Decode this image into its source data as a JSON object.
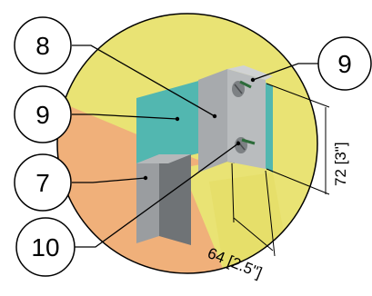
{
  "callouts": {
    "c8": "8",
    "c9_left": "9",
    "c7": "7",
    "c10": "10",
    "c9_right": "9"
  },
  "dimensions": {
    "vertical": "72 [3\"]",
    "horizontal": "64 [2.5\"]"
  },
  "colors": {
    "background_circle": "#e9e374",
    "background_orange": "#f0b07a",
    "insulation_teal": "#52b7b0",
    "bracket_gray": "#a7aaad",
    "bracket_dark": "#6f7376",
    "outline": "#000000"
  }
}
